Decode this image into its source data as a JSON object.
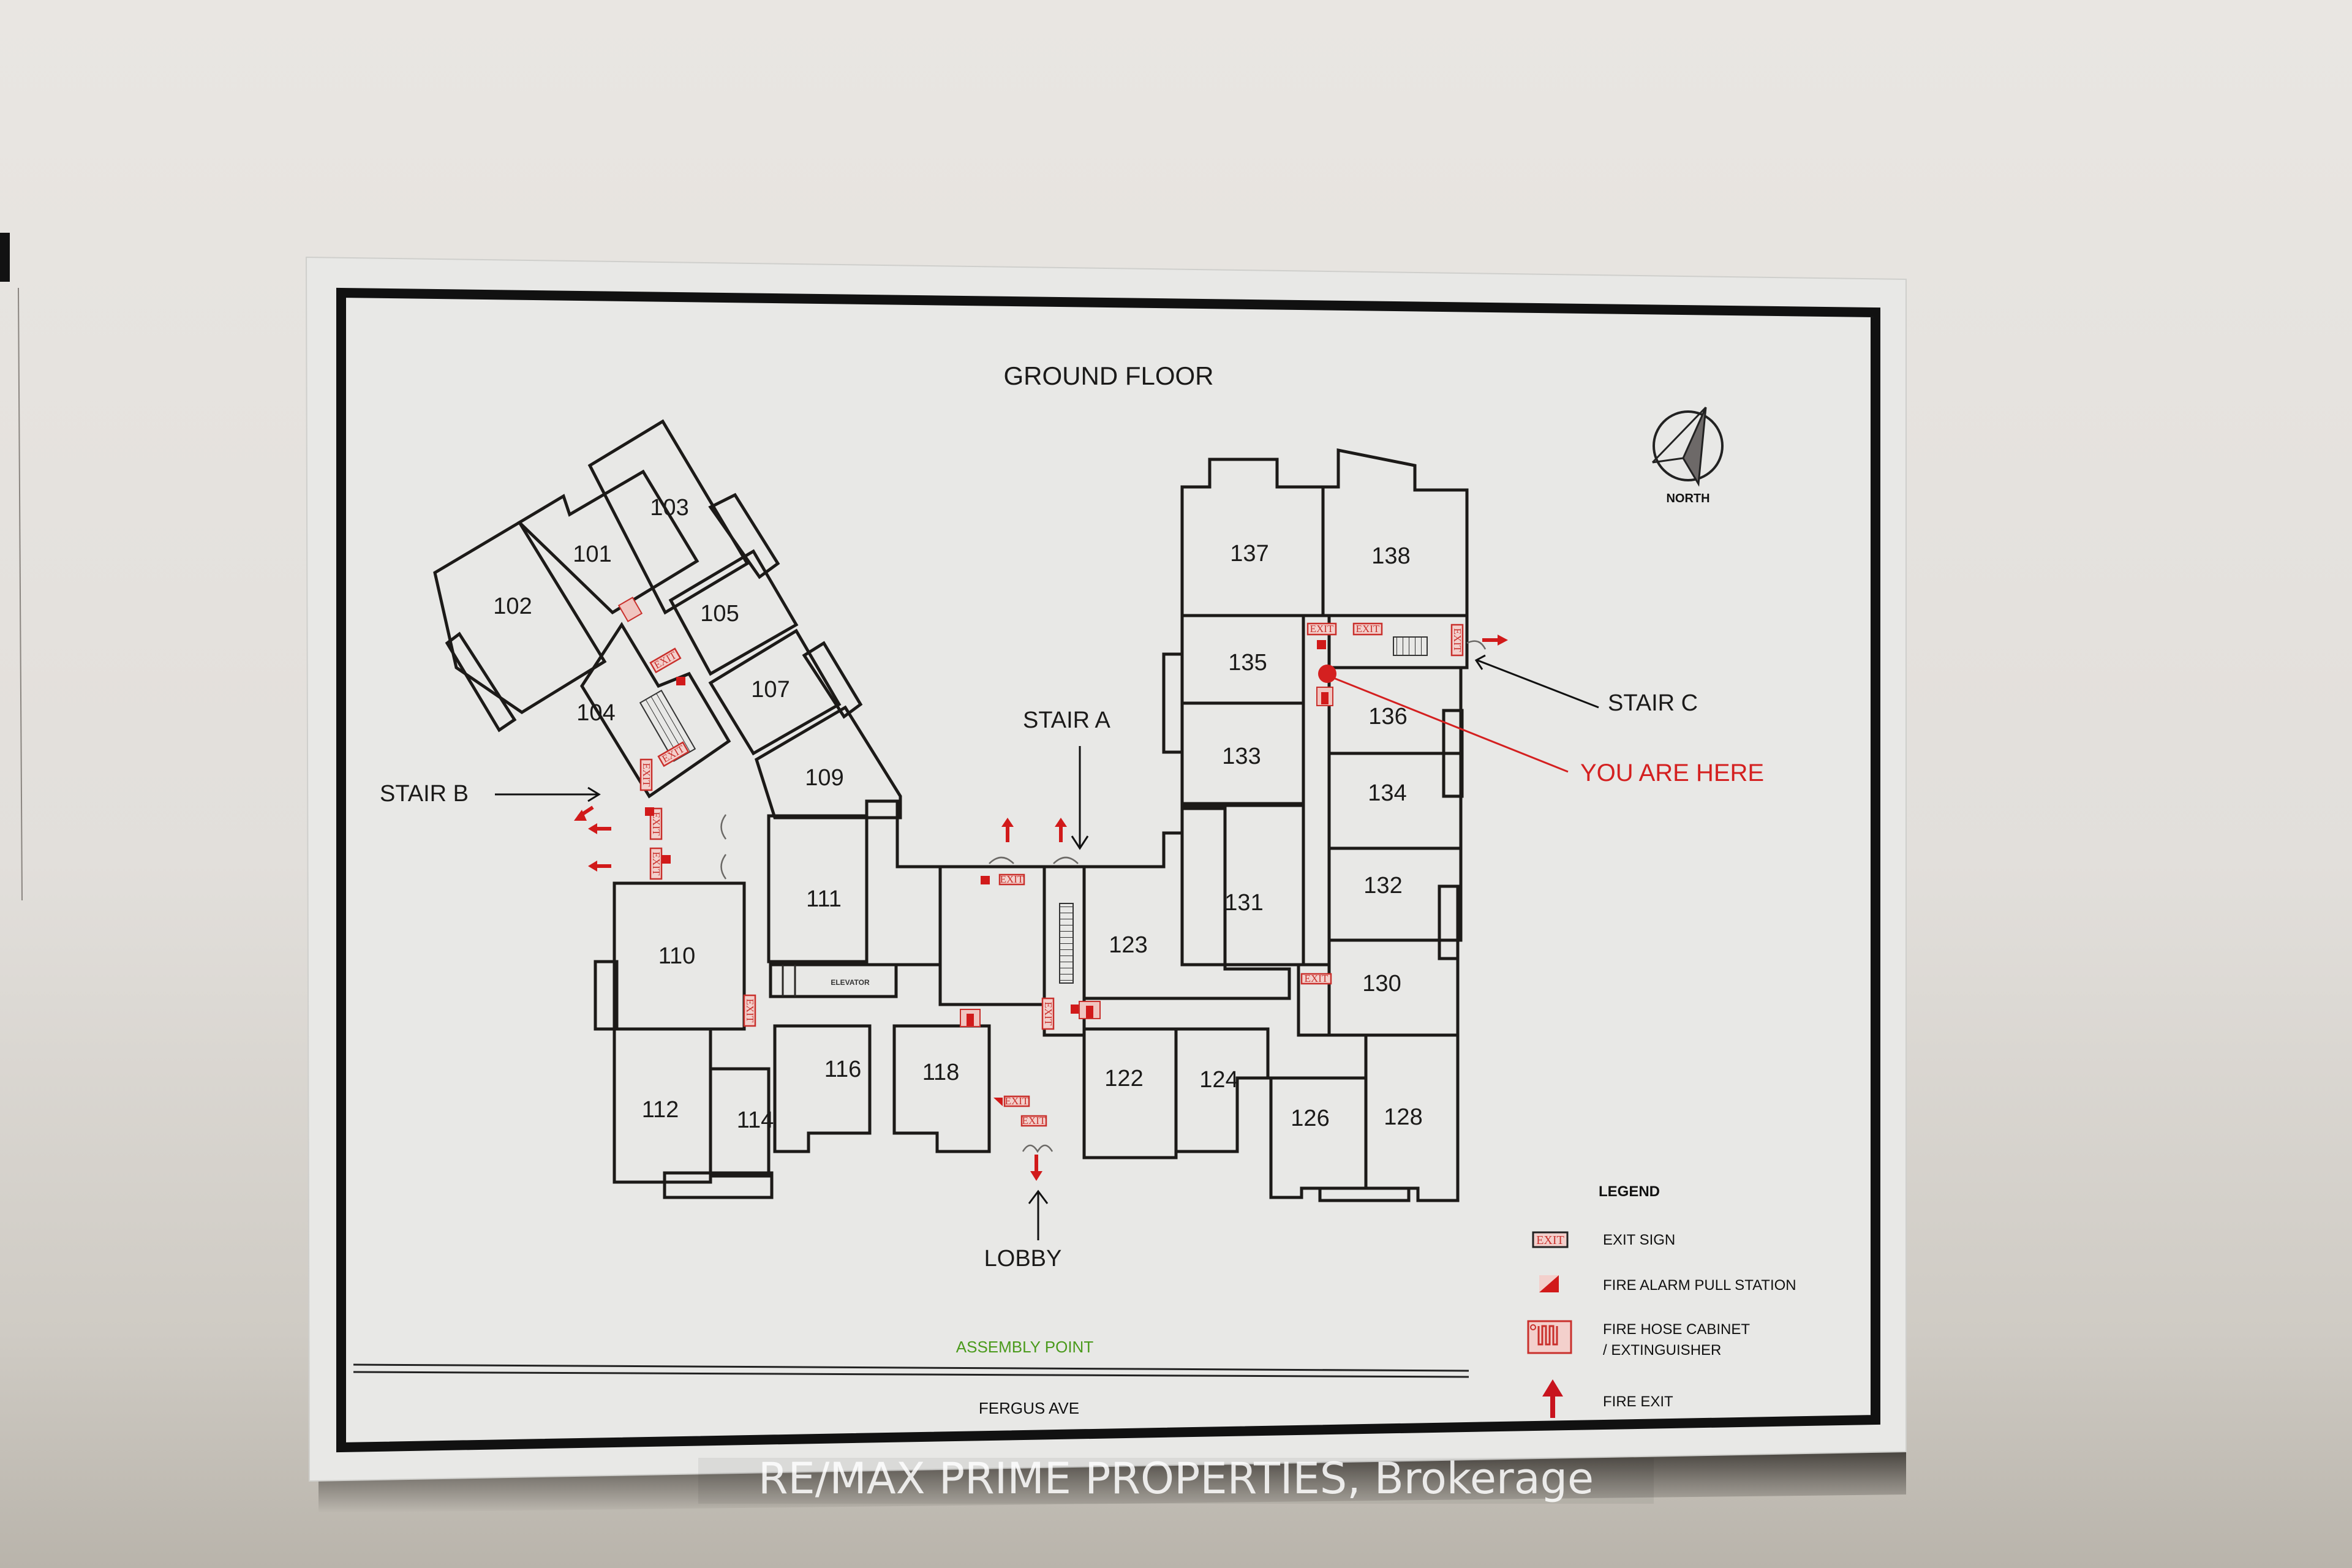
{
  "sign": {
    "title": "GROUND FLOOR",
    "compass": {
      "label": "NORTH"
    },
    "stairs": [
      {
        "id": "stair-a",
        "label": "STAIR A"
      },
      {
        "id": "stair-b",
        "label": "STAIR B"
      },
      {
        "id": "stair-c",
        "label": "STAIR C"
      }
    ],
    "you_are_here": "YOU ARE HERE",
    "lobby": "LOBBY",
    "elevator": "ELEVATOR",
    "exit_sign_text": "EXIT",
    "assembly_point": "ASSEMBLY POINT",
    "street": "FERGUS AVE",
    "rooms": [
      {
        "number": "101"
      },
      {
        "number": "102"
      },
      {
        "number": "103"
      },
      {
        "number": "104"
      },
      {
        "number": "105"
      },
      {
        "number": "107"
      },
      {
        "number": "109"
      },
      {
        "number": "110"
      },
      {
        "number": "111"
      },
      {
        "number": "112"
      },
      {
        "number": "114"
      },
      {
        "number": "116"
      },
      {
        "number": "118"
      },
      {
        "number": "122"
      },
      {
        "number": "123"
      },
      {
        "number": "124"
      },
      {
        "number": "126"
      },
      {
        "number": "128"
      },
      {
        "number": "130"
      },
      {
        "number": "131"
      },
      {
        "number": "132"
      },
      {
        "number": "133"
      },
      {
        "number": "134"
      },
      {
        "number": "135"
      },
      {
        "number": "136"
      },
      {
        "number": "137"
      },
      {
        "number": "138"
      }
    ],
    "legend": {
      "title": "LEGEND",
      "items": [
        {
          "icon": "exit-sign-icon",
          "label": "EXIT SIGN"
        },
        {
          "icon": "fire-alarm-pull-station-icon",
          "label": "FIRE ALARM PULL STATION"
        },
        {
          "icon": "fire-hose-cabinet-icon",
          "label": "FIRE HOSE CABINET",
          "label_line2": "/ EXTINGUISHER"
        },
        {
          "icon": "fire-exit-arrow-icon",
          "label": "FIRE EXIT"
        }
      ]
    }
  },
  "watermark": "RE/MAX PRIME PROPERTIES, Brokerage",
  "colors": {
    "wall": "#e6e3df",
    "sign_panel": "#e9e9e7",
    "frame": "#111111",
    "fire_red": "#d11a1a",
    "assembly_green": "#4a9a1c",
    "you_are_here_red": "#d42020"
  }
}
